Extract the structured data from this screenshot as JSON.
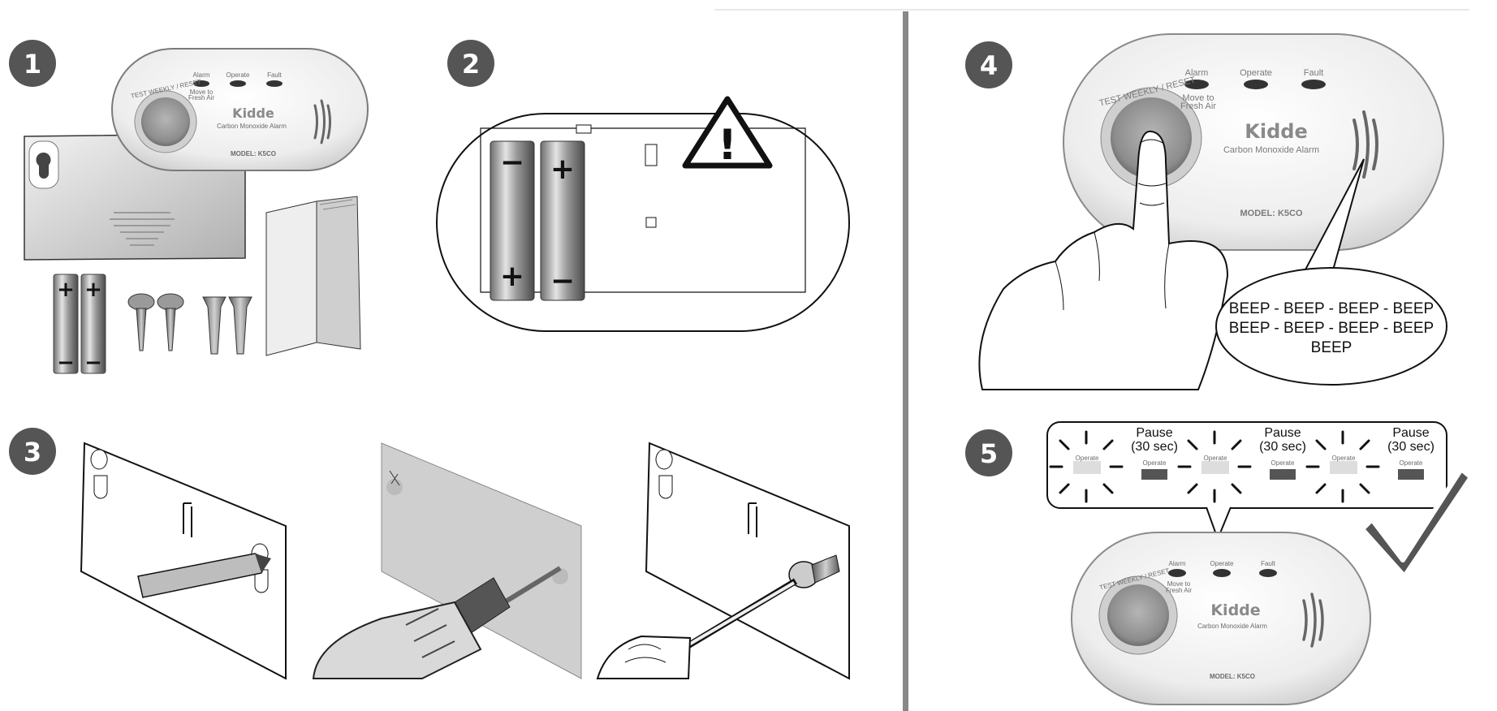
{
  "steps": {
    "s1": "1",
    "s2": "2",
    "s3": "3",
    "s4": "4",
    "s5": "5"
  },
  "alarm": {
    "led_alarm": "Alarm",
    "led_operate": "Operate",
    "led_fault": "Fault",
    "move_to": "Move to",
    "fresh_air": "Fresh Air",
    "test_button": "TEST WEEKLY / RESET",
    "brand": "Kidde",
    "product": "Carbon Monoxide Alarm",
    "model": "MODEL: K5CO"
  },
  "battery": {
    "plus": "+",
    "minus": "−"
  },
  "warning": {
    "symbol": "!"
  },
  "beep_bubble": {
    "line1": "BEEP - BEEP - BEEP - BEEP",
    "line2": "BEEP - BEEP - BEEP - BEEP",
    "line3": "BEEP"
  },
  "flash_sequence": {
    "operate_label": "Operate",
    "pause_line1": "Pause",
    "pause_line2": "(30 sec)",
    "repeats": 3
  },
  "colors": {
    "step_badge": "#555555",
    "divider": "#888888",
    "outline": "#111111",
    "alarm_body": "#eeeeee"
  },
  "icons": [
    "pencil-icon",
    "drill-icon",
    "screwdriver-icon",
    "screw-icon",
    "wall-plug-icon",
    "manual-booklet-icon",
    "warning-triangle-icon",
    "checkmark-icon",
    "finger-press-icon"
  ]
}
